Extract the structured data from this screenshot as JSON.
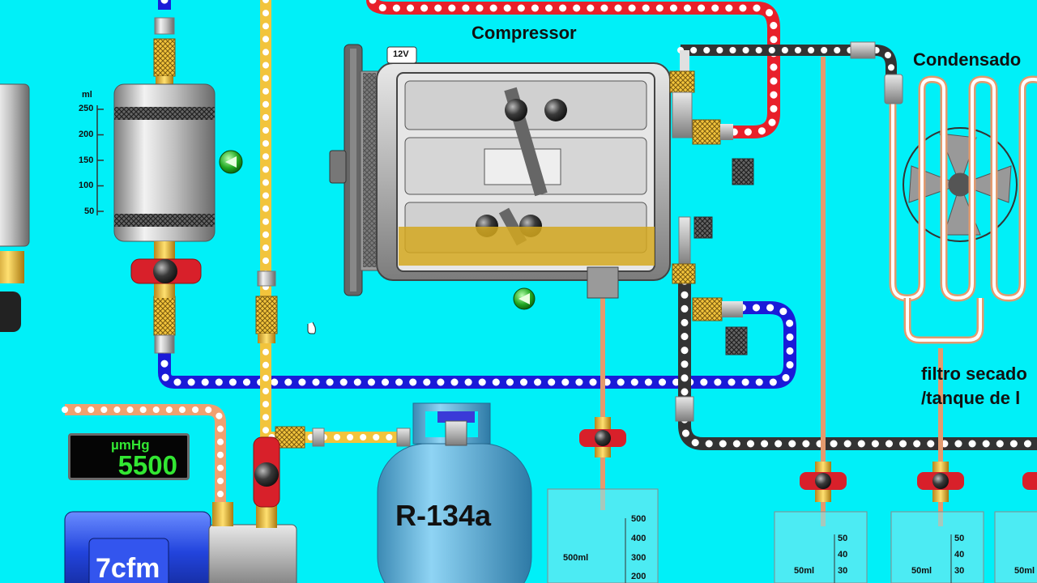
{
  "labels": {
    "compressor": "Compressor",
    "condenser": "Condensado",
    "filter_line1": "filtro secado",
    "filter_line2": "/tanque de l",
    "refrigerant": "R-134a",
    "pump_rating": "7cfm",
    "voltage": "12V"
  },
  "vacuum_gauge": {
    "unit": "µmHg",
    "value": "5500"
  },
  "oil_reservoir": {
    "unit": "ml",
    "ticks": [
      "250",
      "200",
      "150",
      "100",
      "50"
    ]
  },
  "beakers": [
    {
      "capacity": "500ml",
      "ticks": [
        "500",
        "400",
        "300",
        "200"
      ]
    },
    {
      "capacity": "50ml",
      "ticks": [
        "50",
        "40",
        "30"
      ]
    },
    {
      "capacity": "50ml",
      "ticks": [
        "50",
        "40",
        "30"
      ]
    }
  ],
  "colors": {
    "background": "#00f0f8",
    "low_side": "#1a1ad8",
    "high_side": "#e8202a",
    "charge_line": "#f2c43c",
    "discharge_line": "#333333",
    "vacuum_line": "#f0a070",
    "oil": "#d4a820",
    "valve": "#d8202a"
  },
  "icons": [
    "play-left-icon",
    "hand-cursor-icon",
    "fan-icon"
  ]
}
